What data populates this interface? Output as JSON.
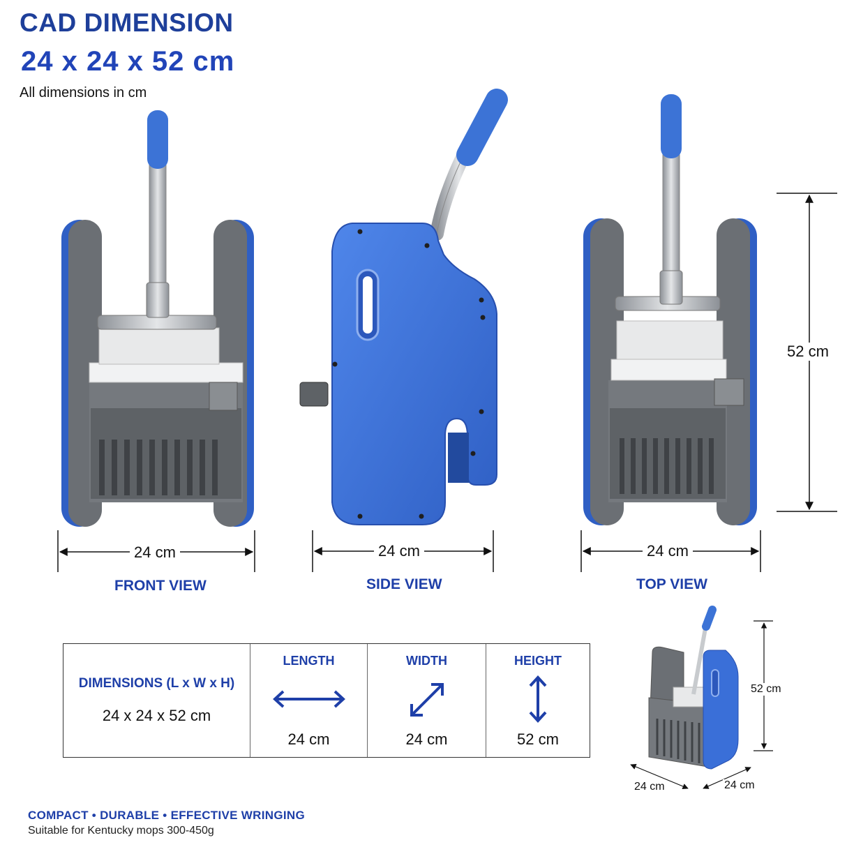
{
  "header": {
    "title": "CAD DIMENSION",
    "subtitle": "24 x 24 x 52 cm",
    "note": "All dimensions in cm"
  },
  "views": {
    "front": {
      "label": "FRONT VIEW",
      "width": "24 cm"
    },
    "side": {
      "label": "SIDE VIEW",
      "width": "24 cm"
    },
    "top": {
      "label": "TOP VIEW",
      "width": "24 cm",
      "height": "52 cm"
    }
  },
  "table": {
    "dimensions_title": "DIMENSIONS (L x W x H)",
    "dimensions_value": "24 x 24 x 52 cm",
    "length": {
      "label": "LENGTH",
      "value": "24 cm"
    },
    "width": {
      "label": "WIDTH",
      "value": "24 cm"
    },
    "height": {
      "label": "HEIGHT",
      "value": "52 cm"
    }
  },
  "iso_view": {
    "height": "52 cm",
    "length": "24 cm",
    "width": "24 cm"
  },
  "footer": {
    "tagline": "COMPACT • DURABLE • EFFECTIVE WRINGING",
    "suitable": "Suitable for Kentucky mops 300-450g"
  },
  "colors": {
    "brand_blue": "#1e3fa8",
    "body_blue": "#3a6fd8",
    "body_grey": "#6f7378",
    "handle_blue": "#3c73d6"
  }
}
